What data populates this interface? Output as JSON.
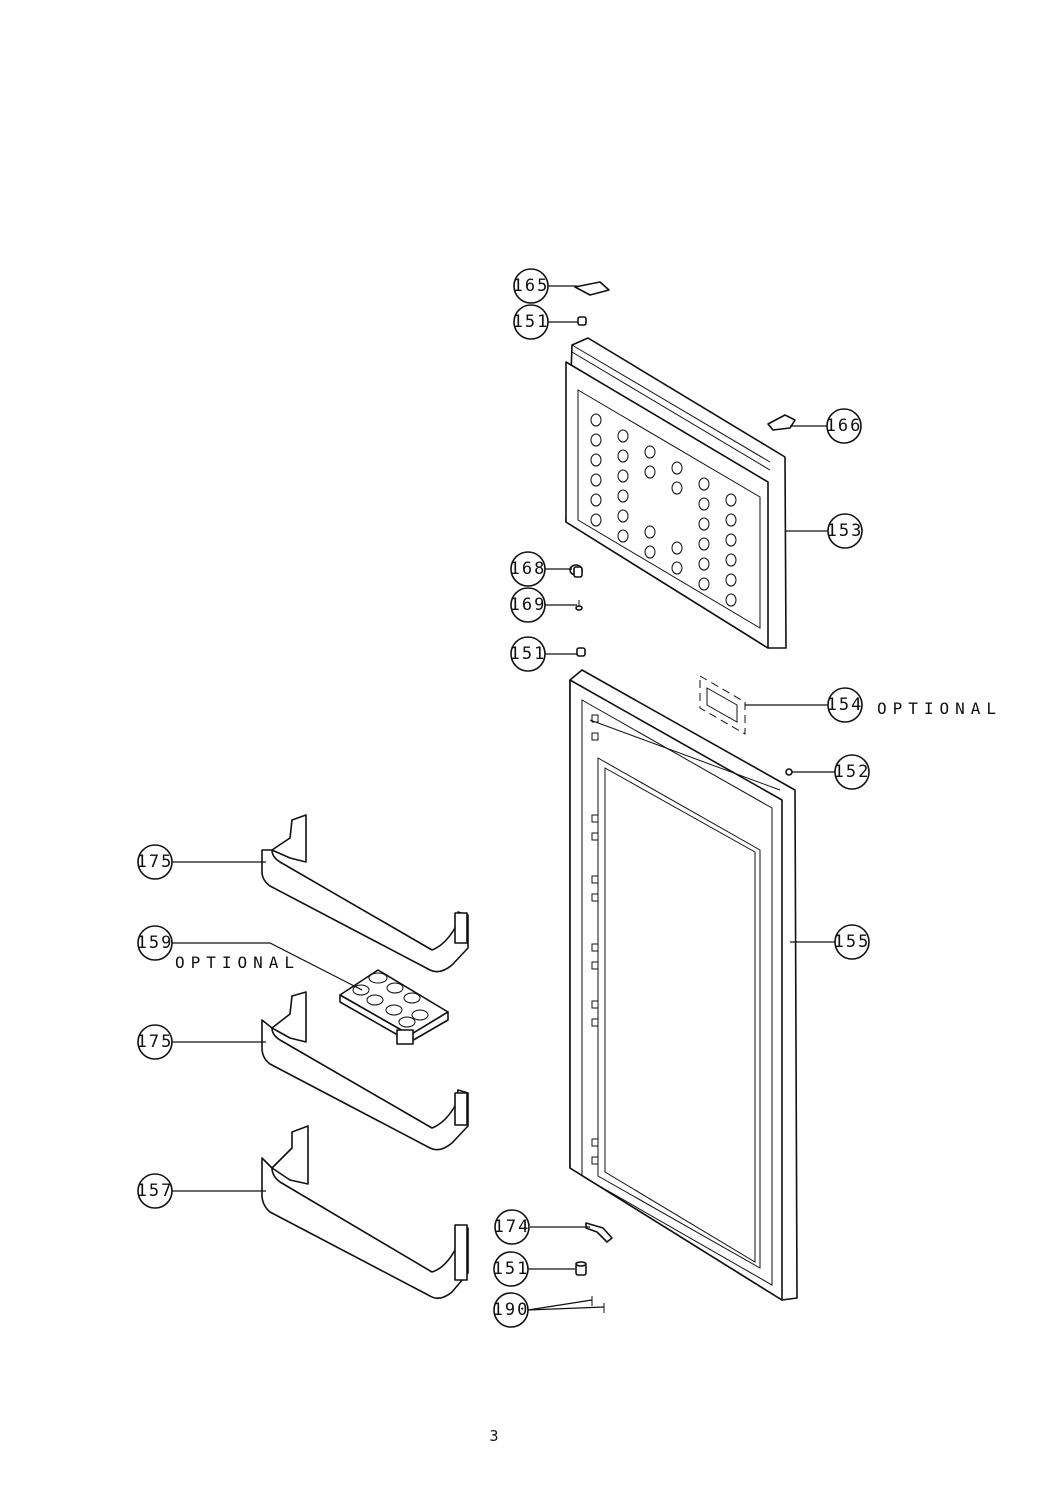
{
  "diagram": {
    "callouts": [
      {
        "id": "c1",
        "label": "165"
      },
      {
        "id": "c2",
        "label": "151"
      },
      {
        "id": "c3",
        "label": "166"
      },
      {
        "id": "c4",
        "label": "153"
      },
      {
        "id": "c5",
        "label": "168"
      },
      {
        "id": "c6",
        "label": "169"
      },
      {
        "id": "c7",
        "label": "151"
      },
      {
        "id": "c8",
        "label": "154"
      },
      {
        "id": "c9",
        "label": "152"
      },
      {
        "id": "c10",
        "label": "155"
      },
      {
        "id": "c11",
        "label": "175"
      },
      {
        "id": "c12",
        "label": "159"
      },
      {
        "id": "c13",
        "label": "175"
      },
      {
        "id": "c14",
        "label": "157"
      },
      {
        "id": "c15",
        "label": "174"
      },
      {
        "id": "c16",
        "label": "151"
      },
      {
        "id": "c17",
        "label": "190"
      }
    ],
    "notes": {
      "optional_154": "OPTIONAL",
      "optional_159": "OPTIONAL"
    },
    "page_number": "3"
  }
}
